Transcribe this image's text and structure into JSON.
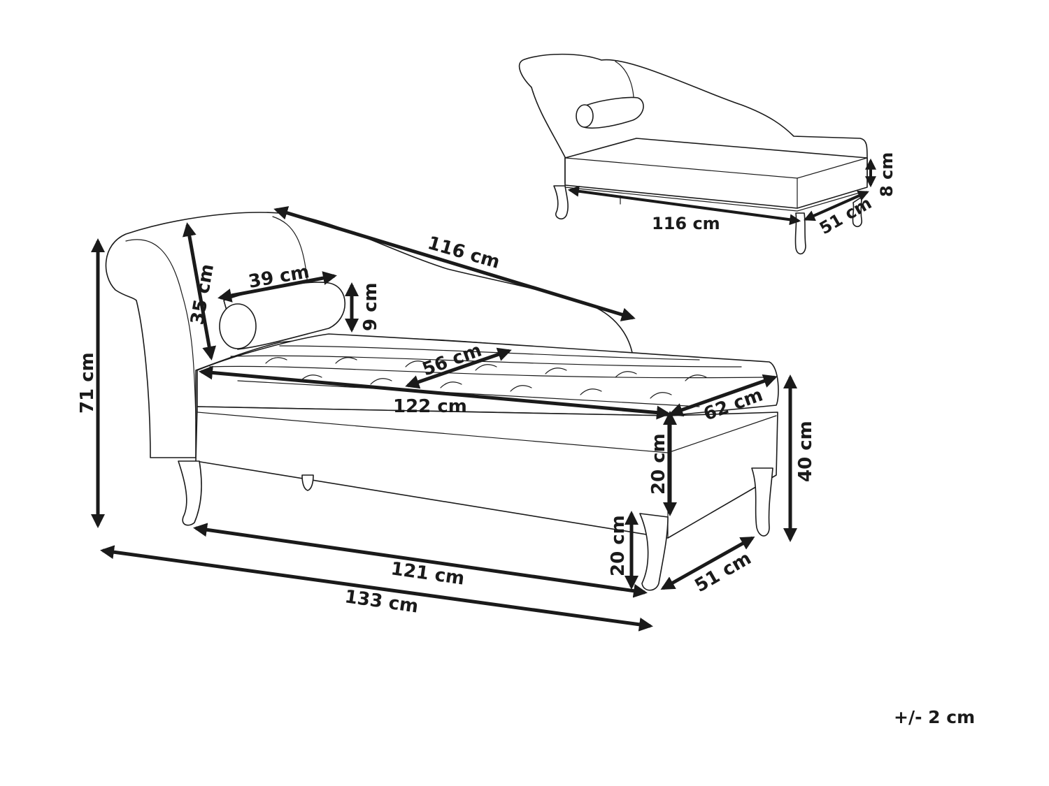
{
  "diagram": {
    "subject": "Chaise lounge with storage and bolster cushion – dimension drawing",
    "line_color": "#1a1a1a",
    "background": "#ffffff",
    "main_view": {
      "dimensions": {
        "total_height": "71 cm",
        "armrest_height": "35 cm",
        "bolster_length": "39 cm",
        "bolster_diameter": "9 cm",
        "backrest_length": "116 cm",
        "seat_inner_depth": "56 cm",
        "seat_length": "122 cm",
        "seat_depth": "62 cm",
        "seat_height": "40 cm",
        "base_height": "20 cm",
        "leg_height": "20 cm",
        "leg_span_length": "121 cm",
        "leg_span_depth": "51 cm",
        "total_length": "133 cm"
      }
    },
    "storage_view": {
      "dimensions": {
        "storage_length": "116 cm",
        "storage_depth": "51 cm",
        "storage_height": "8 cm"
      }
    },
    "tolerance": "+/- 2 cm"
  }
}
